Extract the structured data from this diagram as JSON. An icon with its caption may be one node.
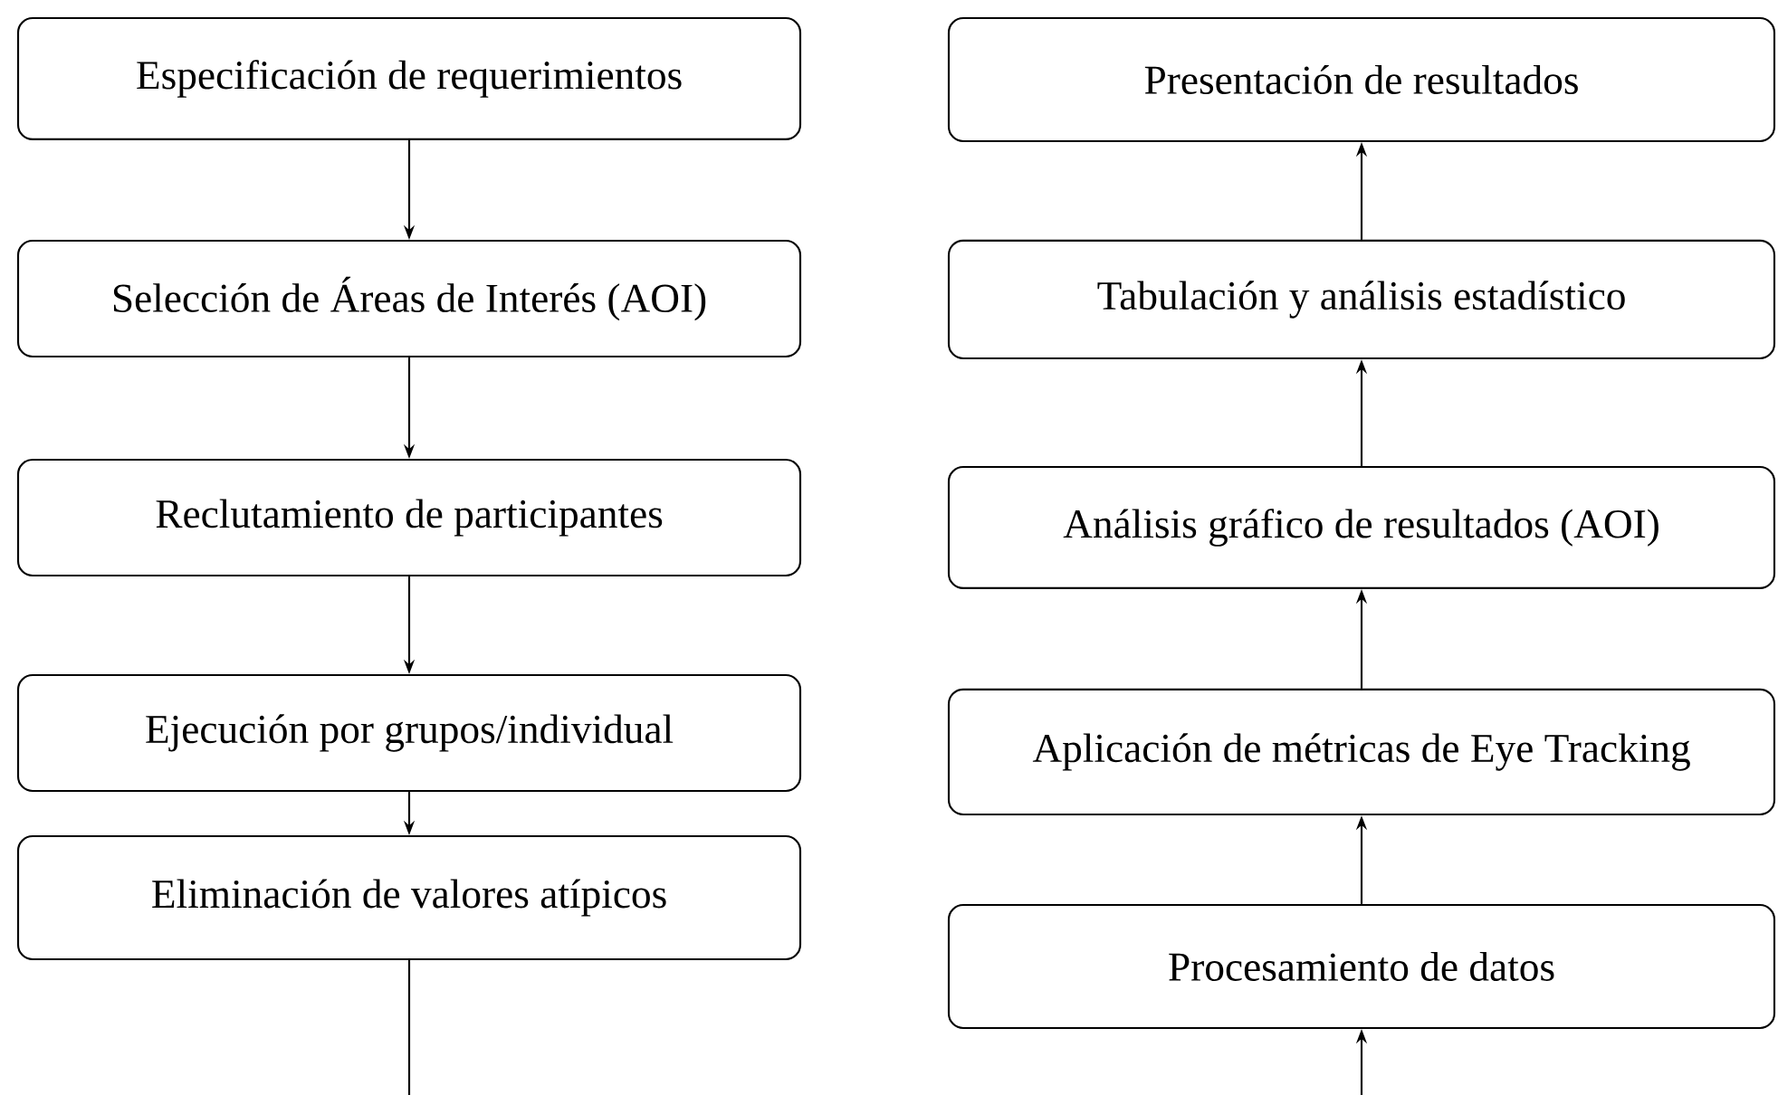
{
  "diagram": {
    "nodes": [
      {
        "text": [
          "Especificación de requerimientos"
        ]
      },
      {
        "text": [
          "Selección de Áreas de Interés (AOI)"
        ]
      },
      {
        "text": [
          "Reclutamiento de participantes"
        ]
      },
      {
        "text": [
          "Ejecución por grupos/individual"
        ]
      },
      {
        "text": [
          "Eliminación de valores atípicos"
        ]
      },
      {
        "text": [
          "Presentación de resultados"
        ]
      },
      {
        "text": [
          "Tabulación y análisis estadístico"
        ]
      },
      {
        "text": [
          "Análisis gráfico de resultados (AOI)"
        ]
      },
      {
        "text": [
          "Aplicación de métricas de Eye Tracking"
        ]
      },
      {
        "text": [
          "Procesamiento de datos"
        ]
      }
    ],
    "edges": [
      {
        "from": 0,
        "to": 1,
        "arrow": "to"
      },
      {
        "from": 1,
        "to": 2,
        "arrow": "to"
      },
      {
        "from": 2,
        "to": 3,
        "arrow": "to"
      },
      {
        "from": 3,
        "to": 4,
        "arrow": "to"
      },
      {
        "from": 4,
        "to": null,
        "arrow": "none"
      },
      {
        "from": null,
        "to": 9,
        "arrow": "to"
      },
      {
        "from": 9,
        "to": 8,
        "arrow": "to"
      },
      {
        "from": 8,
        "to": 7,
        "arrow": "to"
      },
      {
        "from": 7,
        "to": 6,
        "arrow": "to"
      },
      {
        "from": 6,
        "to": 5,
        "arrow": "to"
      }
    ]
  }
}
